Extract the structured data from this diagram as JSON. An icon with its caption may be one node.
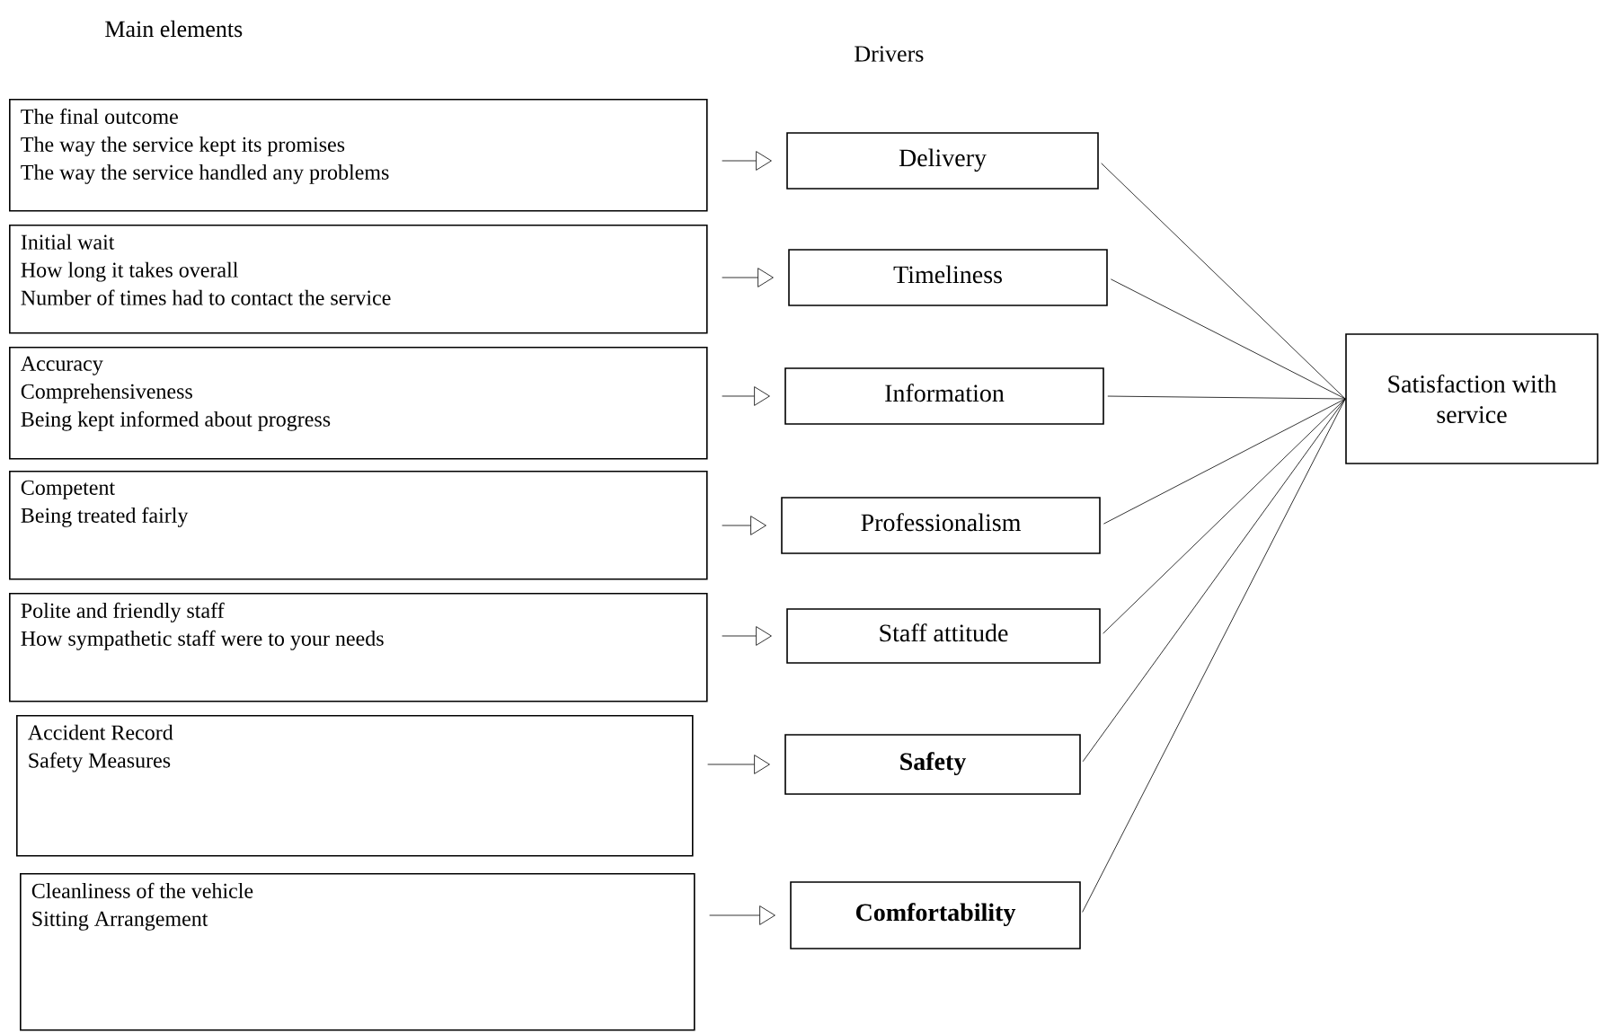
{
  "diagram": {
    "nodes": [
      {
        "text": [
          "The final outcome",
          "The way the service kept its promises",
          "The way the service handled any problems"
        ]
      },
      {
        "text": [
          "Initial wait",
          "How long it takes overall",
          "Number of times had to contact the service"
        ]
      },
      {
        "text": [
          "Accuracy",
          "Comprehensiveness",
          "Being kept informed about progress"
        ]
      },
      {
        "text": [
          "Competent",
          "Being treated fairly"
        ]
      },
      {
        "text": [
          "Polite and friendly staff",
          "How sympathetic staff were to your needs"
        ]
      },
      {
        "text": [
          "Accident Record",
          "Safety Measures"
        ]
      },
      {
        "text": [
          "Cleanliness of the vehicle",
          "Sitting Arrangement"
        ]
      },
      {
        "text": [
          "Delivery"
        ]
      },
      {
        "text": [
          "Timeliness"
        ]
      },
      {
        "text": [
          "Information"
        ]
      },
      {
        "text": [
          "Professionalism"
        ]
      },
      {
        "text": [
          "Staff attitude"
        ]
      },
      {
        "text": [
          "Safety"
        ]
      },
      {
        "text": [
          "Comfortability"
        ]
      },
      {
        "text": [
          "Satisfaction with service"
        ]
      }
    ],
    "edges": [
      {
        "from": 0,
        "to": 7,
        "arrow": "to"
      },
      {
        "from": 1,
        "to": 8,
        "arrow": "to"
      },
      {
        "from": 2,
        "to": 9,
        "arrow": "to"
      },
      {
        "from": 3,
        "to": 10,
        "arrow": "to"
      },
      {
        "from": 4,
        "to": 11,
        "arrow": "to"
      },
      {
        "from": 5,
        "to": 12,
        "arrow": "to"
      },
      {
        "from": 6,
        "to": 13,
        "arrow": "to"
      },
      {
        "from": 7,
        "to": 14,
        "arrow": "none"
      },
      {
        "from": 8,
        "to": 14,
        "arrow": "none"
      },
      {
        "from": 9,
        "to": 14,
        "arrow": "none"
      },
      {
        "from": 10,
        "to": 14,
        "arrow": "none"
      },
      {
        "from": 11,
        "to": 14,
        "arrow": "none"
      },
      {
        "from": 12,
        "to": 14,
        "arrow": "none"
      },
      {
        "from": 13,
        "to": 14,
        "arrow": "none"
      }
    ],
    "labels": [
      "Main elements",
      "Drivers"
    ]
  }
}
